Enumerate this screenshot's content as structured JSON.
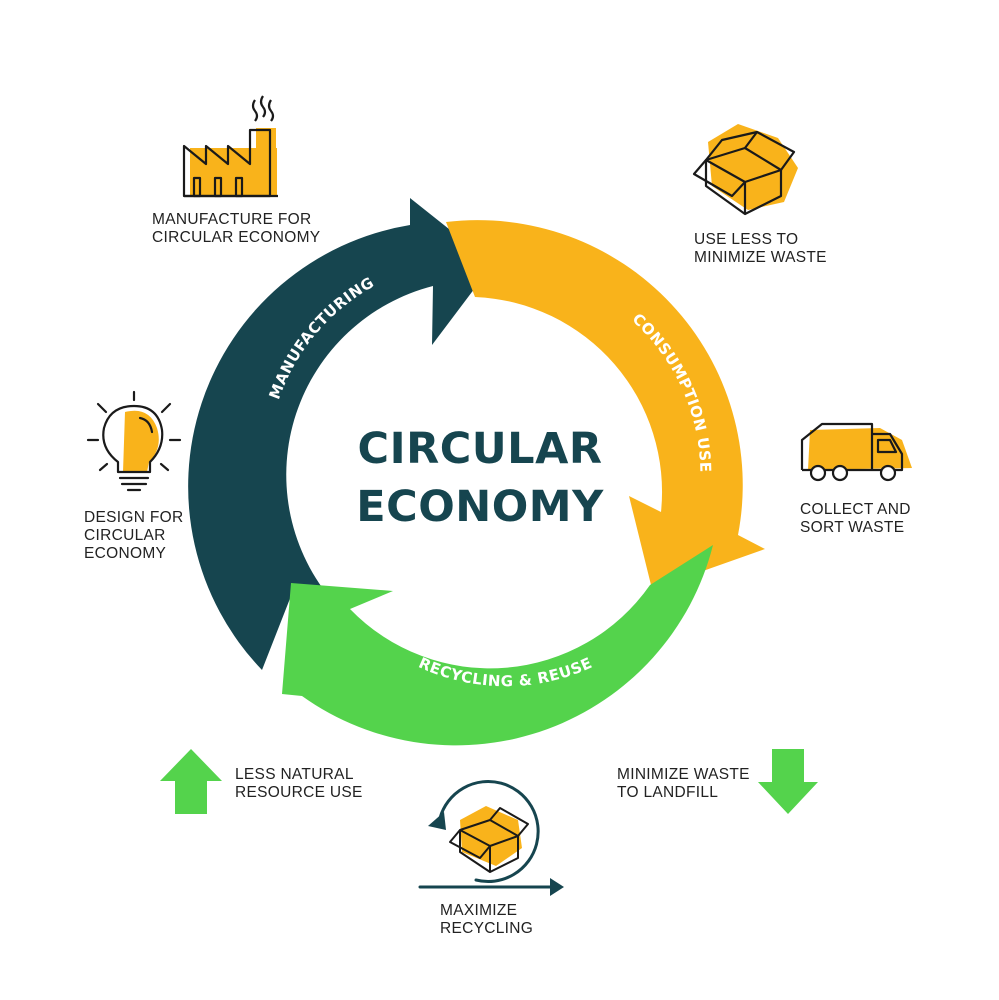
{
  "title": {
    "line1": "CIRCULAR",
    "line2": "ECONOMY"
  },
  "cycle": {
    "manufacturing": "MANUFACTURING",
    "consumption": "CONSUMPTION USE",
    "recycling": "RECYCLING & REUSE"
  },
  "items": {
    "manufacture": {
      "line1": "MANUFACTURE FOR",
      "line2": "CIRCULAR ECONOMY",
      "icon": "factory-icon"
    },
    "use_less": {
      "line1": "USE LESS TO",
      "line2": "MINIMIZE WASTE",
      "icon": "box-icon"
    },
    "design": {
      "line1": "DESIGN FOR",
      "line2": "CIRCULAR",
      "line3": "ECONOMY",
      "icon": "lightbulb-icon"
    },
    "collect": {
      "line1": "COLLECT AND",
      "line2": "SORT WASTE",
      "icon": "truck-icon"
    },
    "less_resource": {
      "line1": "LESS NATURAL",
      "line2": "RESOURCE USE",
      "icon": "arrow-up-icon"
    },
    "minimize_landfill": {
      "line1": "MINIMIZE WASTE",
      "line2": "TO LANDFILL",
      "icon": "arrow-down-icon"
    },
    "maximize": {
      "line1": "MAXIMIZE",
      "line2": "RECYCLING",
      "icon": "recycle-box-icon"
    }
  },
  "colors": {
    "dark": "#16454f",
    "yellow": "#f9b31b",
    "green": "#54d34c",
    "text": "#222222"
  }
}
